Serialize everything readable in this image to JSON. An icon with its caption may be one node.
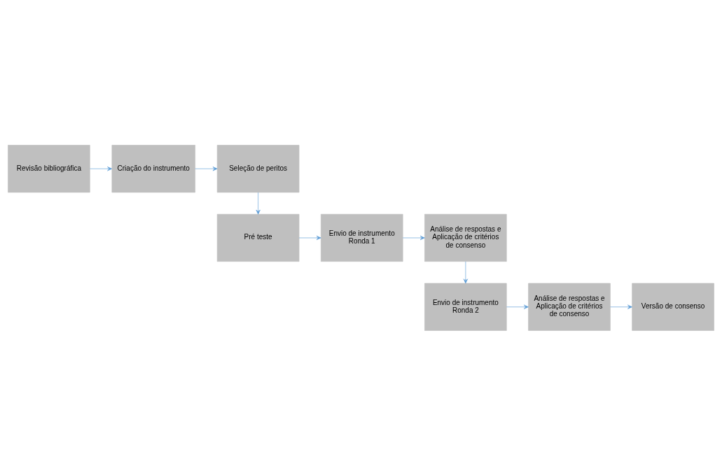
{
  "diagram": {
    "nodes": [
      {
        "text": [
          "Revisão bibliográfica"
        ]
      },
      {
        "text": [
          "Criação do instrumento"
        ]
      },
      {
        "text": [
          "Seleção de peritos"
        ]
      },
      {
        "text": [
          "Pré teste"
        ]
      },
      {
        "text": [
          "Envio de instrumento Ronda 1"
        ]
      },
      {
        "text": [
          "Análise de respostas e Aplicação de critérios de consenso"
        ]
      },
      {
        "text": [
          "Envio de instrumento Ronda 2"
        ]
      },
      {
        "text": [
          "Análise de respostas e Aplicação de critérios de consenso"
        ]
      },
      {
        "text": [
          "Versão de consenso"
        ]
      }
    ],
    "edges": [
      {
        "from": 0,
        "to": 1,
        "arrow": "to"
      },
      {
        "from": 1,
        "to": 2,
        "arrow": "to"
      },
      {
        "from": 2,
        "to": 3,
        "arrow": "to"
      },
      {
        "from": 3,
        "to": 4,
        "arrow": "to"
      },
      {
        "from": 4,
        "to": 5,
        "arrow": "to"
      },
      {
        "from": 5,
        "to": 6,
        "arrow": "to"
      },
      {
        "from": 6,
        "to": 7,
        "arrow": "to"
      },
      {
        "from": 7,
        "to": 8,
        "arrow": "to"
      }
    ]
  }
}
